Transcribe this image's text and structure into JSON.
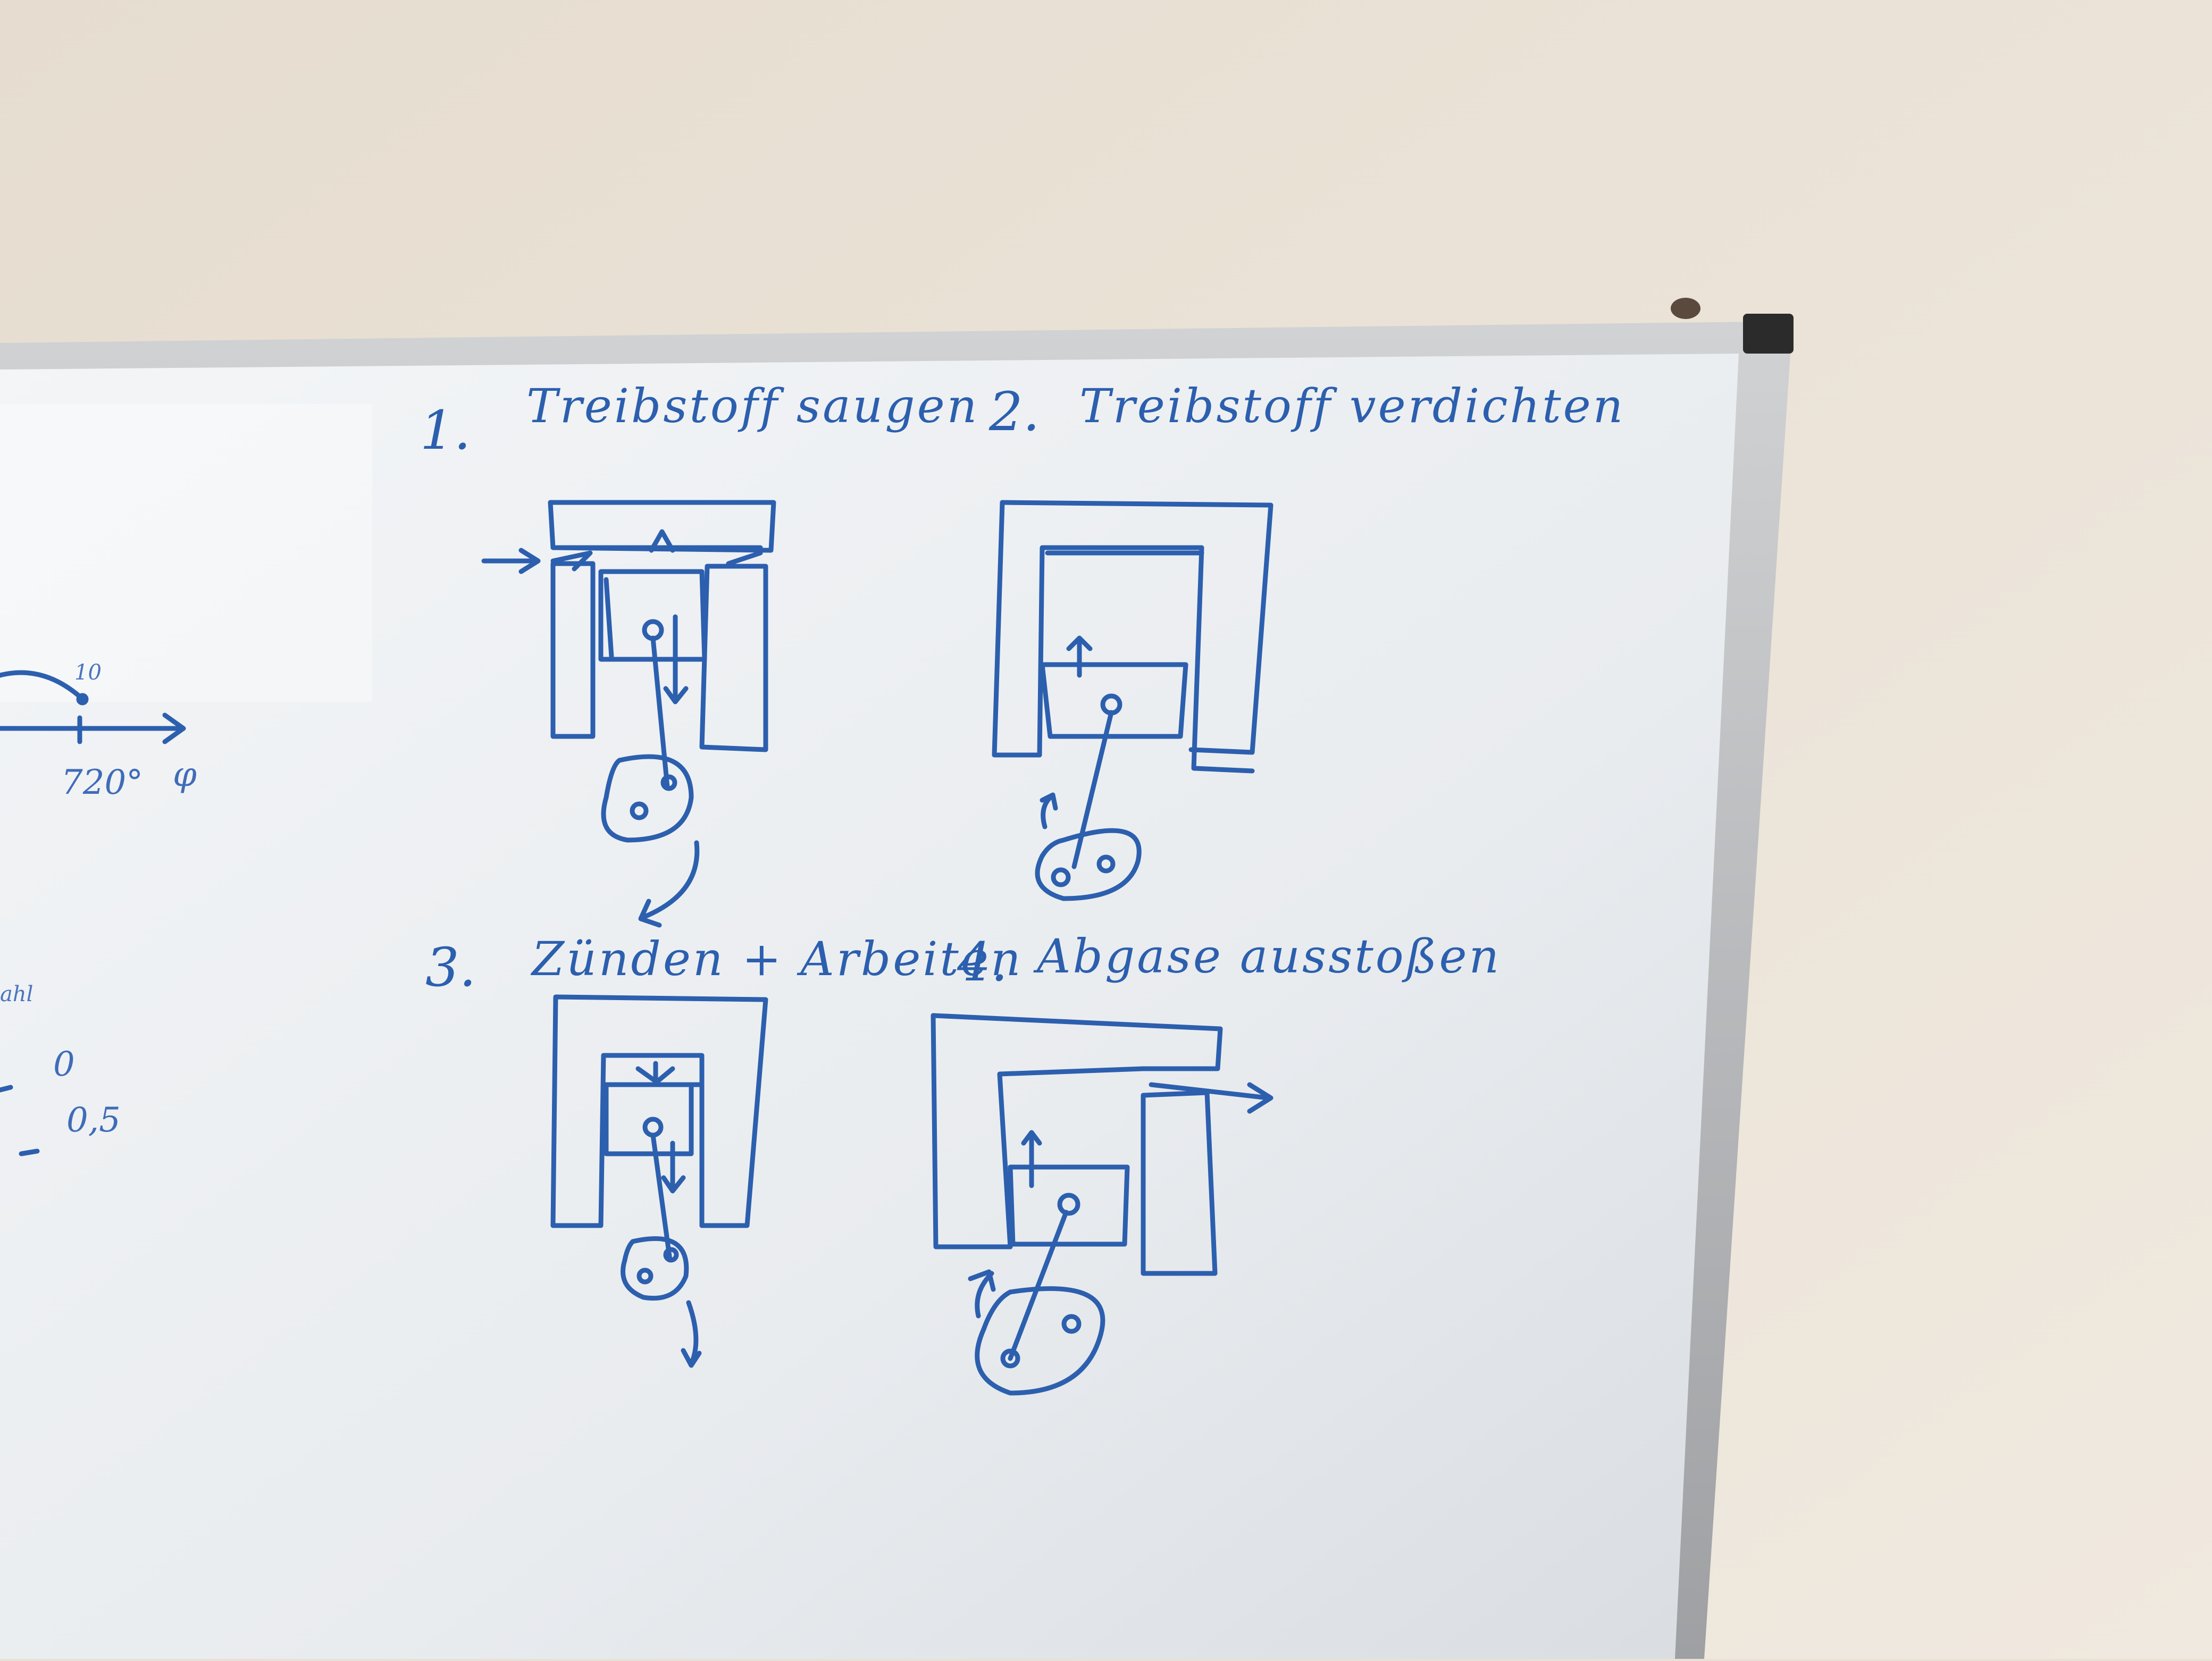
{
  "whiteboard": {
    "steps": [
      {
        "number": "1.",
        "title": "Treibstoff saugen"
      },
      {
        "number": "2.",
        "title": "Treibstoff verdichten"
      },
      {
        "number": "3.",
        "title": "Zünden + Arbeiten"
      },
      {
        "number": "4.",
        "title": "Abgase ausstoßen"
      }
    ],
    "left_notes": {
      "point_value": "10",
      "angle_tick": "720°",
      "axis_symbol": "φ",
      "partial_word": "ahl",
      "value_zero": "0",
      "value_half": "0,5"
    }
  },
  "colors": {
    "wall": "#e9e1d6",
    "board": "#eef0f2",
    "frame": "#b7b9bb",
    "ink": "#2c5fae"
  }
}
